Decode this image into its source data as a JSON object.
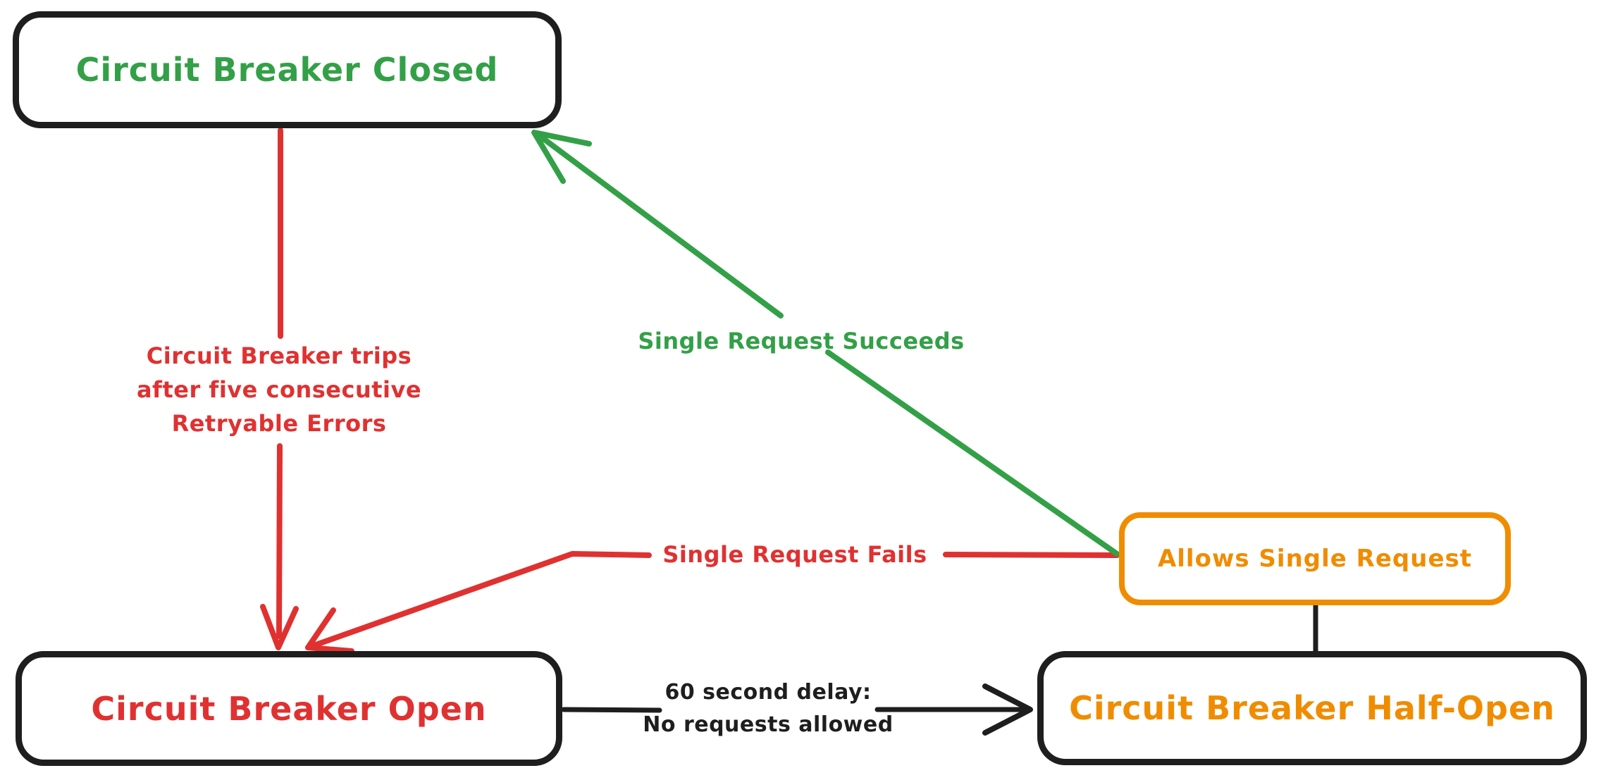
{
  "colors": {
    "green": "#33a047",
    "red": "#e03131",
    "orange": "#f08c00",
    "black": "#1e1e1e",
    "background": "#ffffff"
  },
  "nodes": {
    "closed": {
      "label": "Circuit Breaker Closed",
      "text_color": "#33a047",
      "border_color": "#1e1e1e"
    },
    "open": {
      "label": "Circuit Breaker Open",
      "text_color": "#e03131",
      "border_color": "#1e1e1e"
    },
    "half_open": {
      "label": "Circuit Breaker Half-Open",
      "text_color": "#f08c00",
      "border_color": "#1e1e1e"
    },
    "allows_single_request": {
      "label": "Allows Single Request",
      "text_color": "#f08c00",
      "border_color": "#f08c00"
    }
  },
  "edges": {
    "trip": {
      "from": "closed",
      "to": "open",
      "color": "#e03131",
      "label_lines": [
        "Circuit Breaker trips",
        "after five consecutive",
        "Retryable Errors"
      ]
    },
    "fail": {
      "from": "allows_single_request",
      "to": "open",
      "color": "#e03131",
      "label": "Single Request Fails"
    },
    "succeed": {
      "from": "allows_single_request",
      "to": "closed",
      "color": "#33a047",
      "label": "Single Request Succeeds"
    },
    "delay": {
      "from": "open",
      "to": "half_open",
      "color": "#1e1e1e",
      "label_lines": [
        "60 second delay:",
        "No requests allowed"
      ]
    },
    "half_open_to_allows": {
      "from": "half_open",
      "to": "allows_single_request",
      "color": "#1e1e1e",
      "label": ""
    }
  }
}
